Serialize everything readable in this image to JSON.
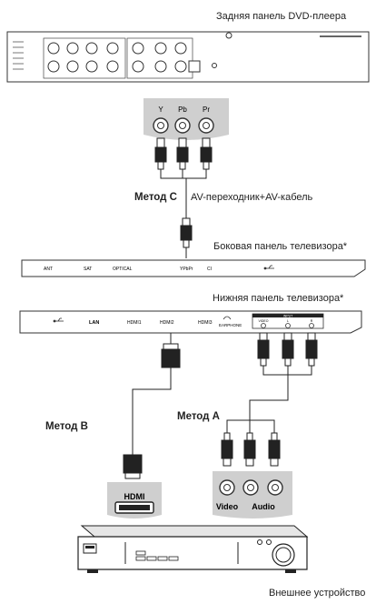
{
  "captions": {
    "dvd_rear_panel": "Задняя панель DVD-плеера",
    "tv_side_panel": "Боковая панель телевизора*",
    "tv_bottom_panel": "Нижняя панель телевизора*",
    "external_device": "Внешнее устройство"
  },
  "methods": {
    "c_label": "Метод С",
    "c_description": "AV-переходник+AV-кабель",
    "b_label": "Метод B",
    "a_label": "Метод А"
  },
  "dvd_ports": {
    "y": "Y",
    "pb": "Pb",
    "pr": "Pr"
  },
  "side_panel_ports": [
    "ANT",
    "SAT",
    "OPTICAL",
    "YPbPr",
    "CI"
  ],
  "bottom_panel_ports": [
    "LAN",
    "HDMI1",
    "HDMI2",
    "HDMI3",
    "EARPHONE",
    "VIDEO",
    "L",
    "R"
  ],
  "bottom_panel_input_label": "INPUT",
  "external_device_ports": {
    "hdmi": "HDMI",
    "video": "Video",
    "audio": "Audio"
  }
}
